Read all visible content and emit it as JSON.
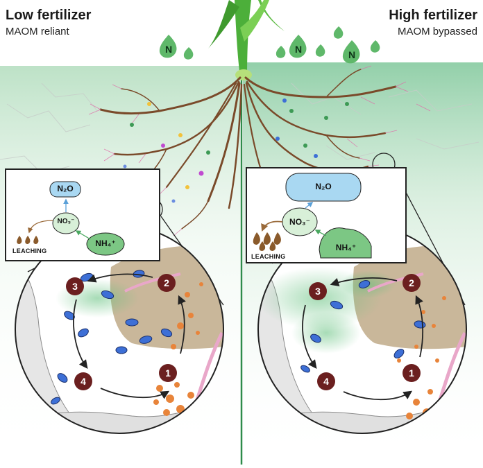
{
  "left": {
    "title": "Low fertilizer",
    "subtitle": "MAOM reliant",
    "n2o": "N₂O",
    "no3": "NO₃⁻",
    "nh4": "NH₄⁺",
    "leaching": "LEACHING",
    "steps": [
      "1",
      "2",
      "3",
      "4"
    ]
  },
  "right": {
    "title": "High fertilizer",
    "subtitle": "MAOM bypassed",
    "n2o": "N₂O",
    "no3": "NO₃⁻",
    "nh4": "NH₄⁺",
    "leaching": "LEACHING",
    "steps": [
      "1",
      "2",
      "3",
      "4"
    ]
  },
  "fertilizer_drop_letter": "N",
  "colors": {
    "soil_green": "#7fc79a",
    "divider_green": "#2e8b4a",
    "root_brown": "#7a4a2a",
    "mineral_tan": "#c9b79a",
    "particle_orange": "#e8843a",
    "step_marker": "#6b1f1f",
    "microbe_blue": "#3d6fd6",
    "n2o_box": "#a9d8f2",
    "no3_box": "#d8f0d8",
    "nh4_box": "#7cc784"
  }
}
